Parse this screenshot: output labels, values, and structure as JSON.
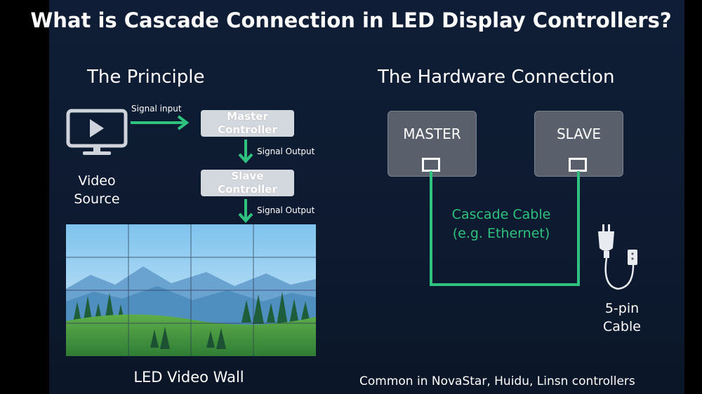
{
  "title": "What is Cascade Connection in LED Display Controllers?",
  "principle": {
    "heading": "The Principle",
    "video_source": {
      "line1": "Video",
      "line2": "Source"
    },
    "signal_input": "Signal input",
    "master_controller": {
      "line1": "Master",
      "line2": "Controller"
    },
    "signal_output_1": "Signal Output",
    "slave_controller": {
      "line1": "Slave",
      "line2": "Controller"
    },
    "signal_output_2": "Signal Output",
    "video_wall_label": "LED Video Wall"
  },
  "hardware": {
    "heading": "The Hardware Connection",
    "master_label": "MASTER",
    "slave_label": "SLAVE",
    "cable_label": {
      "line1": "Cascade Cable",
      "line2": "(e.g. Ethernet)"
    },
    "pin_cable": {
      "line1": "5-pin",
      "line2": "Cable"
    }
  },
  "footer": "Common in NovaStar, Huidu, Linsn controllers",
  "colors": {
    "background": "#0f1e36",
    "accent_green": "#2ec27e",
    "light_box": "#d3d7de",
    "hardware_box": "#59606b"
  }
}
